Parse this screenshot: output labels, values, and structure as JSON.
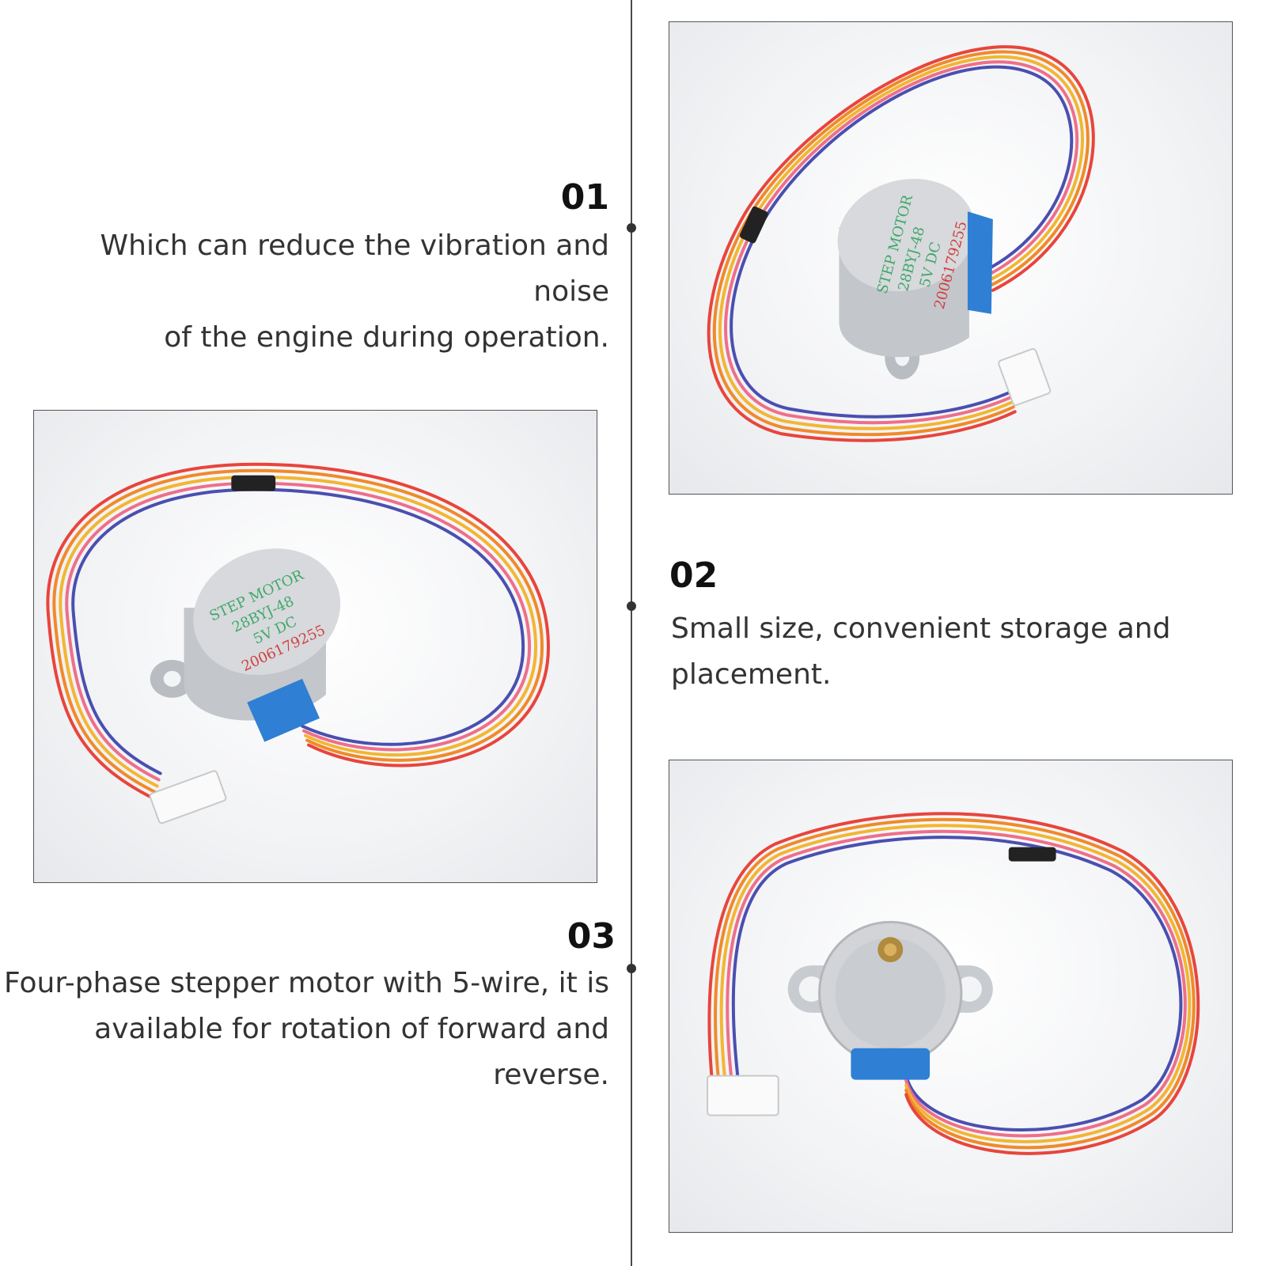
{
  "features": [
    {
      "number": "01",
      "text_lines": [
        "Which can reduce the vibration and noise",
        "of the engine during operation."
      ]
    },
    {
      "number": "02",
      "text_lines": [
        "Small size, convenient storage and",
        "placement."
      ]
    },
    {
      "number": "03",
      "text_lines": [
        "Four-phase stepper motor with 5-wire, it is",
        "available for rotation of forward and reverse."
      ]
    }
  ],
  "motor_label": {
    "line1": "STEP   MOTOR",
    "line2": "28BYJ-48",
    "line3": "5V   DC",
    "serial": "2006179255"
  },
  "colors": {
    "label_green": "#3fa86a",
    "label_red": "#d04040",
    "connector_blue": "#2f7fd4",
    "wire_red": "#e8453c",
    "wire_orange": "#f08a2a",
    "wire_yellow": "#f2b632",
    "wire_pink": "#ee6f8a",
    "wire_blue": "#4a4fb0",
    "timeline": "#4a4a4a"
  },
  "icons": [
    "stepper-motor-photo"
  ]
}
